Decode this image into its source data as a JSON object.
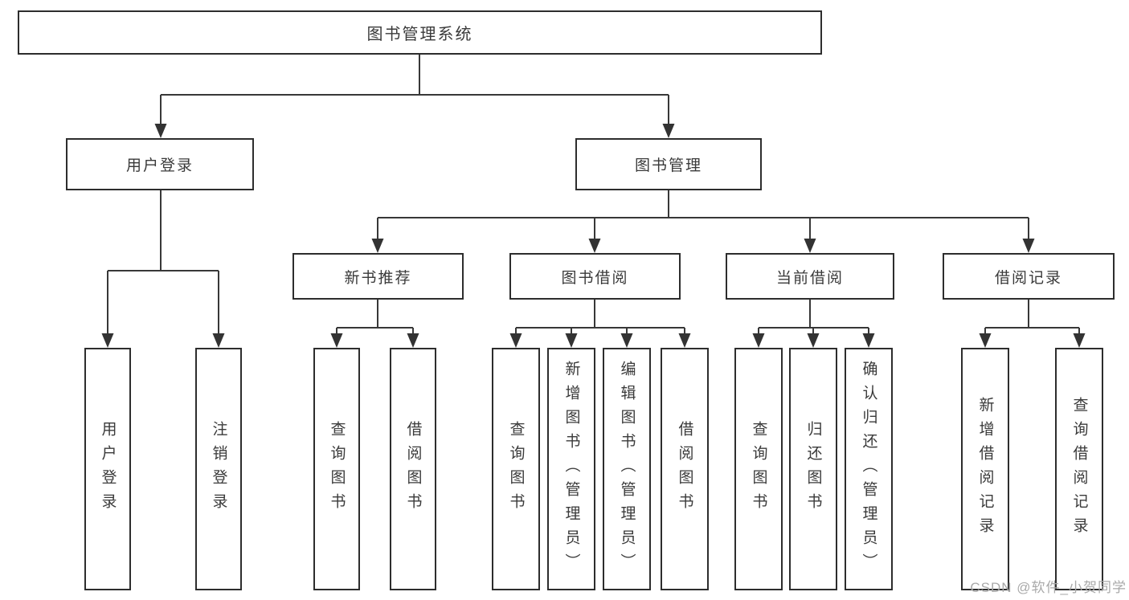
{
  "diagram": {
    "title": "图书管理系统",
    "tree": {
      "root": {
        "label": "图书管理系统"
      },
      "branches": [
        {
          "label": "用户登录",
          "children": [
            {
              "label": "用户登录"
            },
            {
              "label": "注销登录"
            }
          ]
        },
        {
          "label": "图书管理",
          "children": [
            {
              "label": "新书推荐",
              "children": [
                {
                  "label": "查询图书"
                },
                {
                  "label": "借阅图书"
                }
              ]
            },
            {
              "label": "图书借阅",
              "children": [
                {
                  "label": "查询图书"
                },
                {
                  "label": "新增图书（管理员）"
                },
                {
                  "label": "编辑图书（管理员）"
                },
                {
                  "label": "借阅图书"
                }
              ]
            },
            {
              "label": "当前借阅",
              "children": [
                {
                  "label": "查询图书"
                },
                {
                  "label": "归还图书"
                },
                {
                  "label": "确认归还（管理员）"
                }
              ]
            },
            {
              "label": "借阅记录",
              "children": [
                {
                  "label": "新增借阅记录"
                },
                {
                  "label": "查询借阅记录"
                }
              ]
            }
          ]
        }
      ]
    },
    "colors": {
      "line": "#383838",
      "box_border": "#2d2d2d",
      "box_fill": "#ffffff",
      "text": "#3a3a3a",
      "watermark": "#a9a9a9"
    }
  },
  "watermark": {
    "text": "CSDN @软件_小贺同学"
  }
}
